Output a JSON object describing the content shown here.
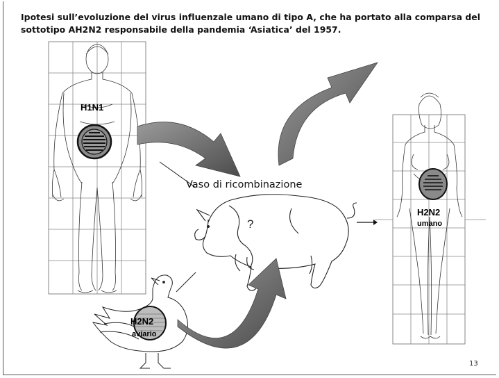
{
  "slide": {
    "title": "Ipotesi sull’evoluzione del virus influenzale umano di tipo A, che ha portato alla comparsa del sottotipo AH2N2 responsabile della pandemia ‘Asiatica’ del 1957.",
    "page_number": "13"
  },
  "labels": {
    "h1n1": "H1N1",
    "vaso": "Vaso di ricombinazione",
    "question": "?",
    "h2n2_umano_line1": "H2N2",
    "h2n2_umano_line2": "umano",
    "h2n2_aviario_line1": "H2N2",
    "h2n2_aviario_line2": "aviario"
  },
  "colors": {
    "arrow": "#6f6f6f",
    "virus_fill": "#8a8a8a",
    "virus_stripes": "#222222",
    "aviario_fill": "#bdbdbd"
  }
}
